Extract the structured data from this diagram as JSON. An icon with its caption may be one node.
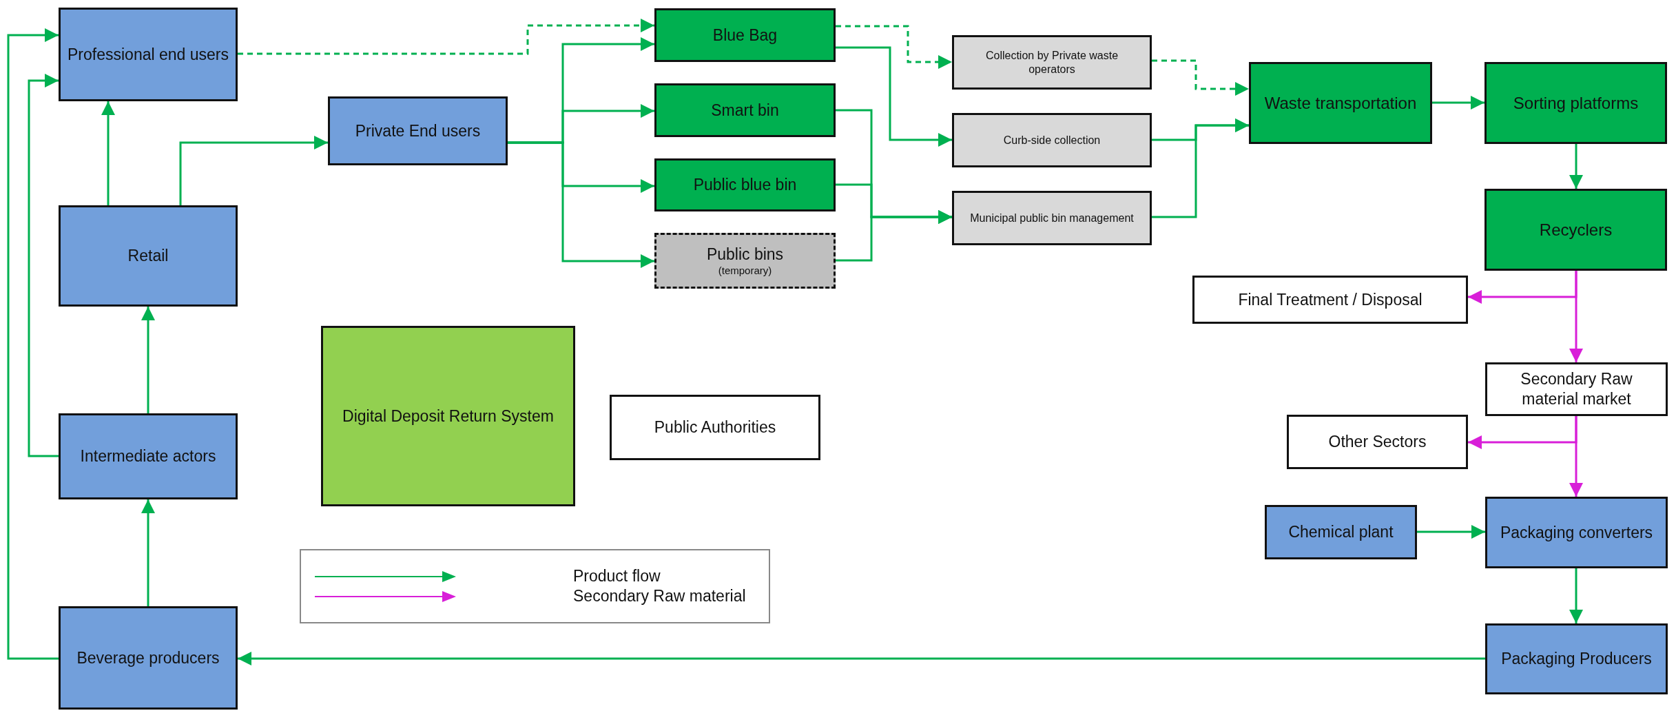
{
  "diagram": {
    "nodes": [
      {
        "text": [
          "Professional end users"
        ]
      },
      {
        "text": [
          "Private End users"
        ]
      },
      {
        "text": [
          "Retail"
        ]
      },
      {
        "text": [
          "Intermediate actors"
        ]
      },
      {
        "text": [
          "Beverage producers"
        ]
      },
      {
        "text": [
          "Blue Bag"
        ]
      },
      {
        "text": [
          "Smart bin"
        ]
      },
      {
        "text": [
          "Public blue bin"
        ]
      },
      {
        "text": [
          "Public bins",
          "(temporary)"
        ]
      },
      {
        "text": [
          "Collection by Private waste operators"
        ]
      },
      {
        "text": [
          "Curb-side collection"
        ]
      },
      {
        "text": [
          "Municipal public bin management"
        ]
      },
      {
        "text": [
          "Waste transportation"
        ]
      },
      {
        "text": [
          "Sorting platforms"
        ]
      },
      {
        "text": [
          "Recyclers"
        ]
      },
      {
        "text": [
          "Final Treatment / Disposal"
        ]
      },
      {
        "text": [
          "Secondary Raw material market"
        ]
      },
      {
        "text": [
          "Other Sectors"
        ]
      },
      {
        "text": [
          "Chemical plant"
        ]
      },
      {
        "text": [
          "Packaging converters"
        ]
      },
      {
        "text": [
          "Packaging Producers"
        ]
      },
      {
        "text": [
          "Digital Deposit Return System"
        ]
      },
      {
        "text": [
          "Public Authorities"
        ]
      }
    ],
    "edges": [
      {
        "from": 2,
        "to": 0,
        "arrow": "to"
      },
      {
        "from": 2,
        "to": 1,
        "arrow": "to"
      },
      {
        "from": 3,
        "to": 2,
        "arrow": "to"
      },
      {
        "from": 3,
        "to": 0,
        "arrow": "to"
      },
      {
        "from": 4,
        "to": 3,
        "arrow": "to"
      },
      {
        "from": 4,
        "to": 0,
        "arrow": "to"
      },
      {
        "from": 0,
        "to": 5,
        "arrow": "to",
        "style": "dashed"
      },
      {
        "from": 1,
        "to": 5,
        "arrow": "to"
      },
      {
        "from": 1,
        "to": 6,
        "arrow": "to"
      },
      {
        "from": 1,
        "to": 7,
        "arrow": "to"
      },
      {
        "from": 1,
        "to": 8,
        "arrow": "to"
      },
      {
        "from": 5,
        "to": 9,
        "arrow": "to",
        "style": "dashed"
      },
      {
        "from": 5,
        "to": 10,
        "arrow": "to"
      },
      {
        "from": 6,
        "to": 11,
        "arrow": "to"
      },
      {
        "from": 7,
        "to": 11,
        "arrow": "to"
      },
      {
        "from": 8,
        "to": 11,
        "arrow": "to"
      },
      {
        "from": 9,
        "to": 12,
        "arrow": "to",
        "style": "dashed"
      },
      {
        "from": 10,
        "to": 12,
        "arrow": "to"
      },
      {
        "from": 11,
        "to": 12,
        "arrow": "to"
      },
      {
        "from": 12,
        "to": 13,
        "arrow": "to"
      },
      {
        "from": 13,
        "to": 14,
        "arrow": "to"
      },
      {
        "from": 14,
        "to": 15,
        "arrow": "to",
        "color": "#d81fd8"
      },
      {
        "from": 14,
        "to": 16,
        "arrow": "to",
        "color": "#d81fd8"
      },
      {
        "from": 16,
        "to": 17,
        "arrow": "to",
        "color": "#d81fd8"
      },
      {
        "from": 16,
        "to": 19,
        "arrow": "to",
        "color": "#d81fd8"
      },
      {
        "from": 18,
        "to": 19,
        "arrow": "to"
      },
      {
        "from": 19,
        "to": 20,
        "arrow": "to"
      },
      {
        "from": 20,
        "to": 4,
        "arrow": "to"
      }
    ],
    "legend": [
      {
        "text": "Product flow"
      },
      {
        "text": "Secondary Raw material"
      }
    ]
  }
}
